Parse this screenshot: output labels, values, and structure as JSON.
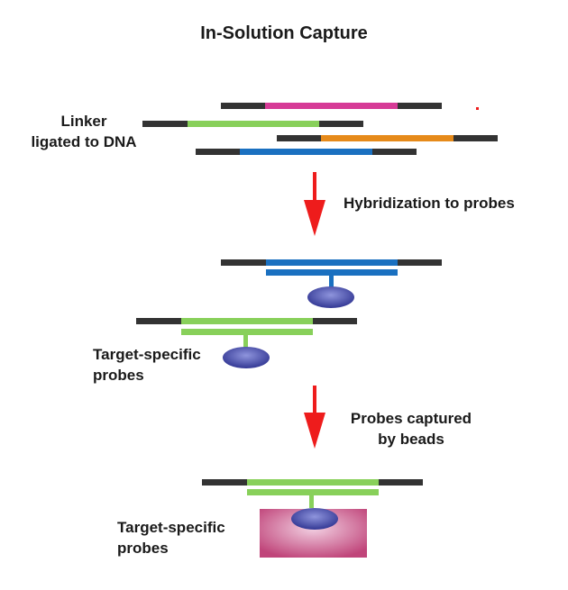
{
  "title": "In-Solution Capture",
  "labels": {
    "linker_line1": "Linker",
    "linker_line2": "ligated to DNA",
    "hybridization": "Hybridization to probes",
    "captured_line1": "Probes captured",
    "captured_line2": "by beads",
    "probes1_line1": "Target-specific",
    "probes1_line2": "probes",
    "probes2_line1": "Target-specific",
    "probes2_line2": "probes"
  },
  "colors": {
    "linker": "#333333",
    "magenta": "#d63a96",
    "green": "#88d05a",
    "orange": "#e68a1a",
    "blue": "#1a70c0",
    "arrow": "#ee1c1c",
    "bead": "#3a3f9a",
    "bead_light": "#8f95dd",
    "capture_bead": "#c0457a",
    "capture_bead_light": "#f2d0e2"
  }
}
